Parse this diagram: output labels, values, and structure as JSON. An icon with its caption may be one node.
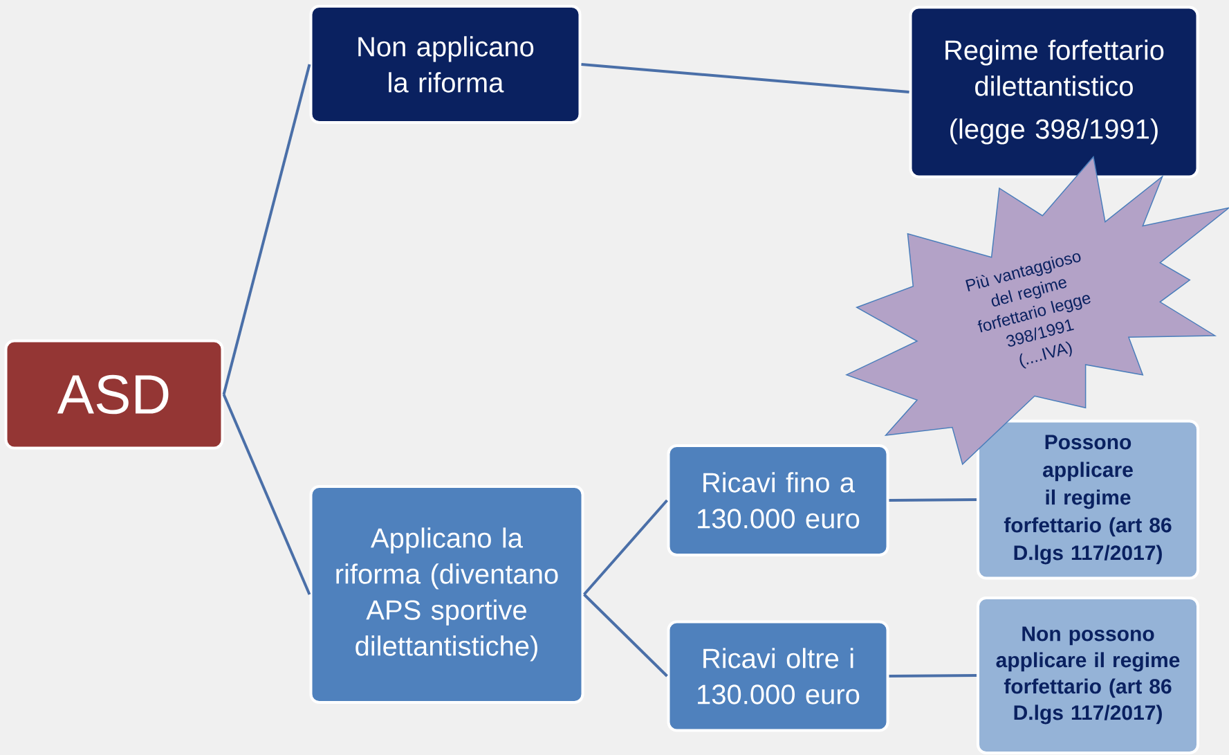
{
  "diagram": {
    "nodes": [
      {
        "text": [
          "ASD"
        ]
      },
      {
        "text": [
          "Non applicano la riforma"
        ]
      },
      {
        "text": [
          "Regime forfettario dilettantistico",
          "(legge 398/1991)"
        ]
      },
      {
        "text": [
          "Applicano la riforma (diventano APS sportive dilettantistiche)"
        ]
      },
      {
        "text": [
          "Ricavi fino a 130.000 euro"
        ]
      },
      {
        "text": [
          "Ricavi oltre i 130.000 euro"
        ]
      },
      {
        "text": [
          "Possono applicare il regime forfettario (art 86 D.lgs 117/2017)"
        ]
      },
      {
        "text": [
          "Non possono applicare il regime forfettario (art 86 D.lgs 117/2017)"
        ]
      },
      {
        "text": [
          "Più vantaggioso del regime forfettario legge 398/1991 (....IVA)"
        ]
      }
    ],
    "edges": [
      {
        "from": 0,
        "to": 1,
        "arrow": "none"
      },
      {
        "from": 0,
        "to": 3,
        "arrow": "none"
      },
      {
        "from": 1,
        "to": 2,
        "arrow": "none"
      },
      {
        "from": 3,
        "to": 4,
        "arrow": "none"
      },
      {
        "from": 3,
        "to": 5,
        "arrow": "none"
      },
      {
        "from": 4,
        "to": 6,
        "arrow": "none"
      },
      {
        "from": 5,
        "to": 7,
        "arrow": "none"
      }
    ]
  }
}
